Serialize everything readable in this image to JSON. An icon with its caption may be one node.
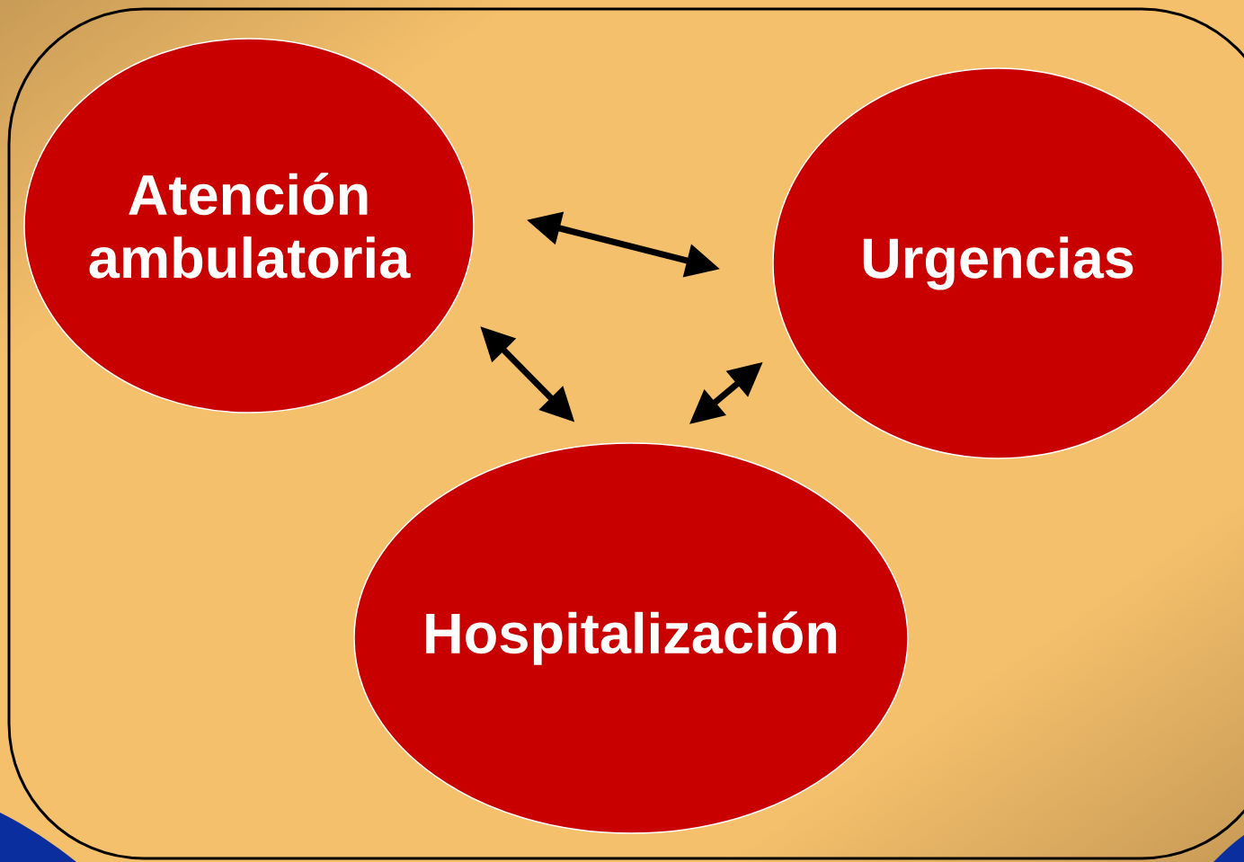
{
  "diagram": {
    "nodes": [
      {
        "text": [
          "Atención ambulatoria"
        ]
      },
      {
        "text": [
          "Urgencias"
        ]
      },
      {
        "text": [
          "Hospitalización"
        ]
      }
    ],
    "edges": [
      {
        "from": 0,
        "to": 1,
        "arrow": "both"
      },
      {
        "from": 0,
        "to": 2,
        "arrow": "both"
      },
      {
        "from": 1,
        "to": 2,
        "arrow": "both"
      }
    ]
  }
}
